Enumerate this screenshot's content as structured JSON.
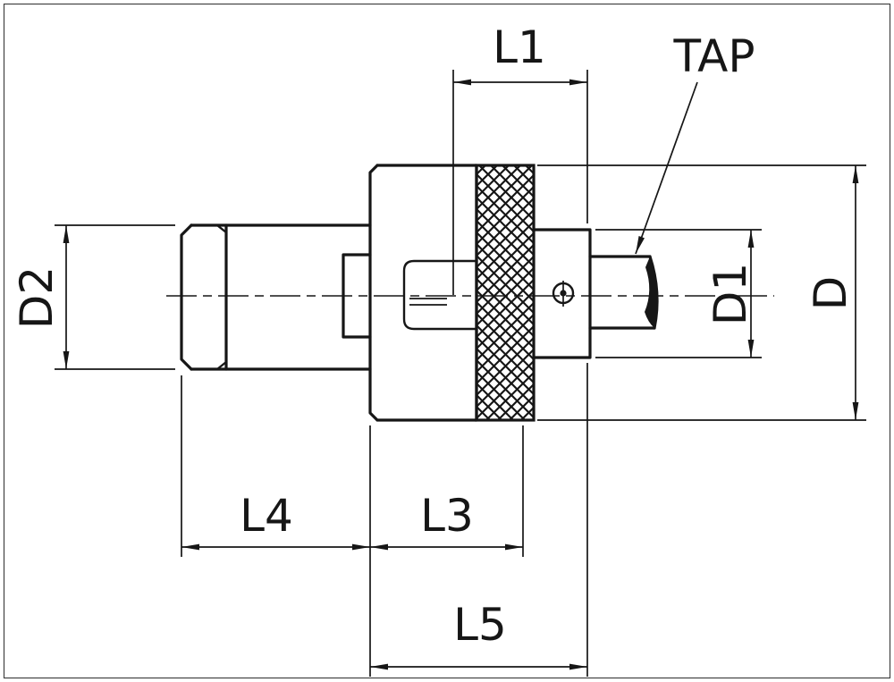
{
  "drawing": {
    "colors": {
      "line": "#161616",
      "bg": "#ffffff"
    },
    "labels": {
      "l1": "L1",
      "tap": "TAP",
      "d2": "D2",
      "d1": "D1",
      "d": "D",
      "l4": "L4",
      "l3": "L3",
      "l5": "L5"
    }
  }
}
